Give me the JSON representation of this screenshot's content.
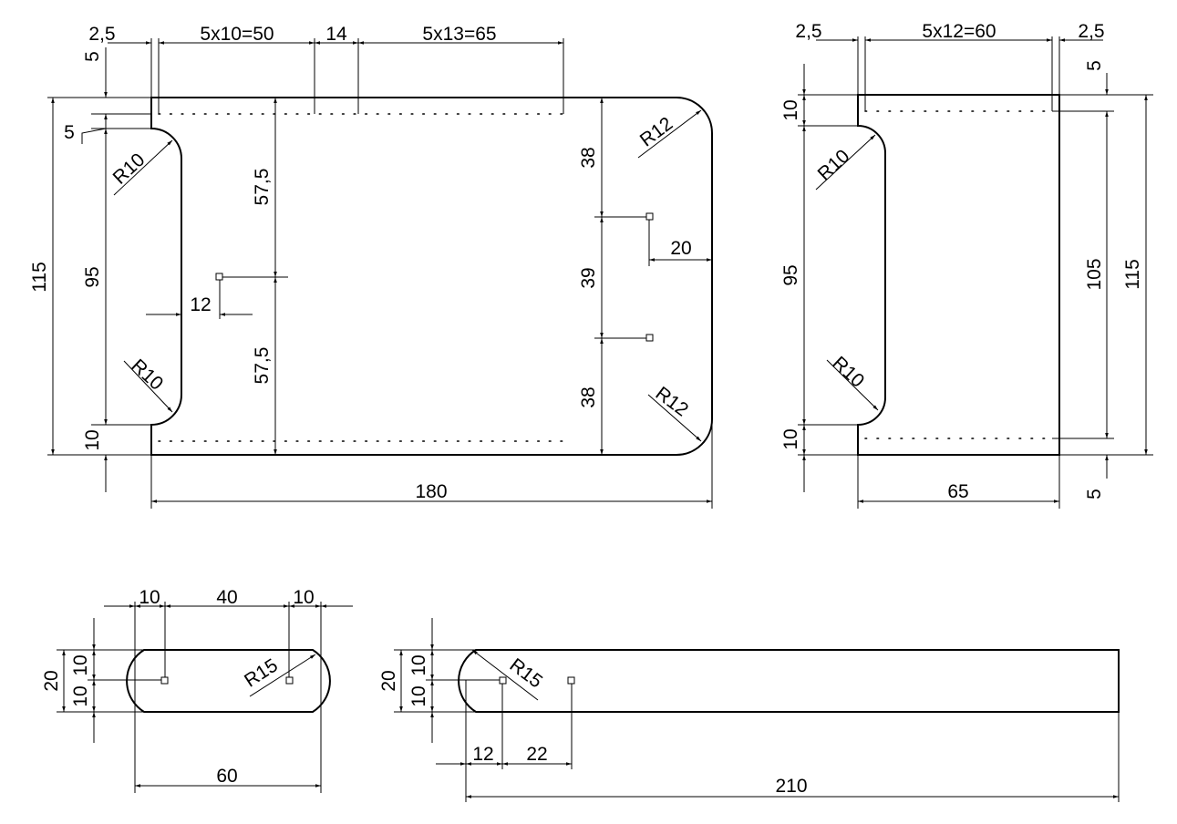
{
  "drawing": {
    "part_a": {
      "top_dims": [
        "2,5",
        "5x10=50",
        "14",
        "5x13=65"
      ],
      "left_dims": [
        "5",
        "5",
        "115",
        "95",
        "10"
      ],
      "radii": [
        "R10",
        "R10",
        "R12",
        "R12"
      ],
      "inner_dims": [
        "57,5",
        "57,5",
        "12",
        "38",
        "39",
        "38",
        "20"
      ],
      "width": "180"
    },
    "part_b": {
      "top_dims": [
        "2,5",
        "5x12=60",
        "2,5"
      ],
      "right_dims": [
        "5",
        "105",
        "115",
        "5"
      ],
      "left_dims": [
        "10",
        "95",
        "10"
      ],
      "radii": [
        "R10",
        "R10"
      ],
      "width": "65"
    },
    "part_c": {
      "top_dims": [
        "10",
        "40",
        "10"
      ],
      "left_dims": [
        "20",
        "10",
        "10"
      ],
      "radius": "R15",
      "width": "60"
    },
    "part_d": {
      "left_dims": [
        "20",
        "10",
        "10"
      ],
      "radius": "R15",
      "hole_dims": [
        "12",
        "22"
      ],
      "width": "210"
    }
  }
}
